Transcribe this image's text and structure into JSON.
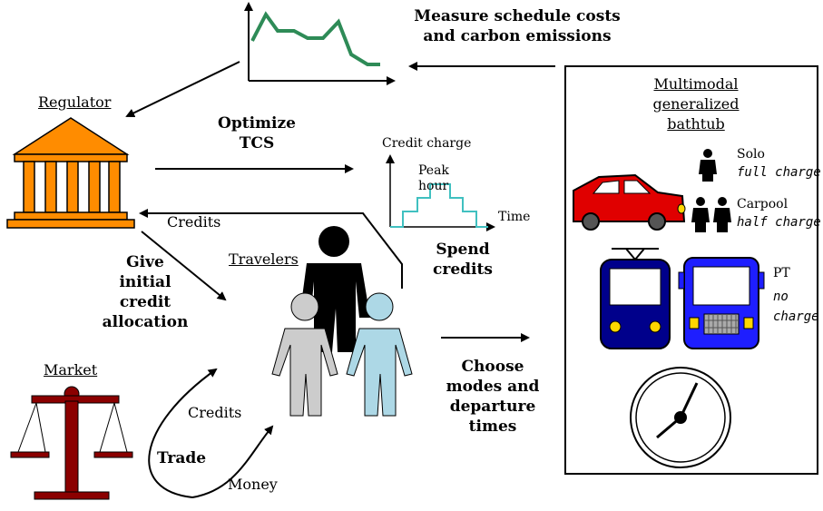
{
  "top": {
    "measure_line1": "Measure schedule costs",
    "measure_line2": "and carbon emissions"
  },
  "regulator": {
    "label": "Regulator"
  },
  "optimize": {
    "line1": "Optimize",
    "line2": "TCS"
  },
  "credit_chart": {
    "ylabel": "Credit charge",
    "peak_line1": "Peak",
    "peak_line2": "hour",
    "xlabel": "Time"
  },
  "credits_return": {
    "label": "Credits"
  },
  "spend": {
    "line1": "Spend",
    "line2": "credits"
  },
  "give": {
    "line1": "Give",
    "line2": "initial",
    "line3": "credit",
    "line4": "allocation"
  },
  "travelers": {
    "label": "Travelers"
  },
  "market": {
    "label": "Market"
  },
  "trade": {
    "label": "Trade",
    "credits": "Credits",
    "money": "Money"
  },
  "choose": {
    "line1": "Choose",
    "line2": "modes and",
    "line3": "departure",
    "line4": "times"
  },
  "bathtub": {
    "title_line1": "Multimodal",
    "title_line2": "generalized",
    "title_line3": "bathtub",
    "solo_label": "Solo",
    "solo_charge": "full charge",
    "carpool_label": "Carpool",
    "carpool_charge": "half charge",
    "pt_label": "PT",
    "pt_charge_line1": "no",
    "pt_charge_line2": "charge"
  },
  "colors": {
    "regulator_orange": "#ff8c00",
    "emissions_green": "#2e8b57",
    "credit_teal": "#40c0c0",
    "market_darkred": "#8b0000",
    "traveler_grey": "#cccccc",
    "traveler_lightblue": "#add8e6",
    "car_red": "#e00000",
    "tram_navy": "#00008b",
    "bus_blue": "#1e1eff"
  }
}
